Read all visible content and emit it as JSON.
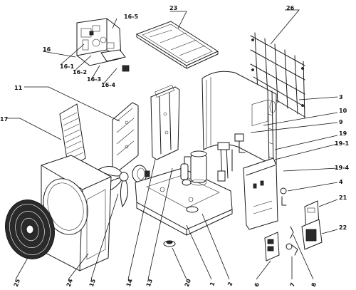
{
  "diagram": {
    "type": "exploded-parts-view",
    "callouts": [
      {
        "id": "c1",
        "label": "1"
      },
      {
        "id": "c2",
        "label": "2"
      },
      {
        "id": "c3",
        "label": "3"
      },
      {
        "id": "c4",
        "label": "4"
      },
      {
        "id": "c6",
        "label": "6"
      },
      {
        "id": "c7",
        "label": "7"
      },
      {
        "id": "c8",
        "label": "8"
      },
      {
        "id": "c9",
        "label": "9"
      },
      {
        "id": "c10",
        "label": "10"
      },
      {
        "id": "c11",
        "label": "11"
      },
      {
        "id": "c13",
        "label": "13"
      },
      {
        "id": "c14",
        "label": "14"
      },
      {
        "id": "c15",
        "label": "15"
      },
      {
        "id": "c16",
        "label": "16"
      },
      {
        "id": "c16_1",
        "label": "16-1"
      },
      {
        "id": "c16_2",
        "label": "16-2"
      },
      {
        "id": "c16_3",
        "label": "16-3"
      },
      {
        "id": "c16_4",
        "label": "16-4"
      },
      {
        "id": "c16_5",
        "label": "16-5"
      },
      {
        "id": "c17",
        "label": "17"
      },
      {
        "id": "c19",
        "label": "19"
      },
      {
        "id": "c19_1",
        "label": "19-1"
      },
      {
        "id": "c19_4",
        "label": "19-4"
      },
      {
        "id": "c20",
        "label": "20"
      },
      {
        "id": "c21",
        "label": "21"
      },
      {
        "id": "c22",
        "label": "22"
      },
      {
        "id": "c23",
        "label": "23"
      },
      {
        "id": "c24",
        "label": "24"
      },
      {
        "id": "c25",
        "label": "25"
      },
      {
        "id": "c26",
        "label": "26"
      }
    ]
  }
}
